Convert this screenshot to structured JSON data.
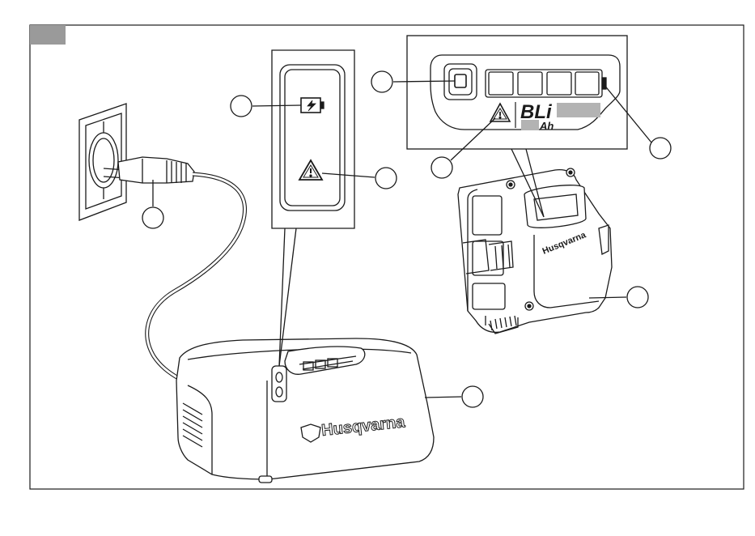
{
  "figure": {
    "brand_name": "Husqvarna",
    "battery_label": "BLi",
    "capacity_unit": "Ah",
    "colors": {
      "stroke": "#1a1a1a",
      "fill": "#ffffff",
      "shade": "#d9d9d9",
      "tab": "#9a9a9a",
      "grey_plate": "#b3b3b3"
    },
    "icons": [
      "battery-charging-icon",
      "warning-triangle-icon",
      "power-button-icon"
    ],
    "callouts": [
      "callout-power-plug",
      "callout-charger-battery-led",
      "callout-charger-warning-led",
      "callout-power-button",
      "callout-battery-warning-led",
      "callout-battery-level-leds",
      "callout-battery",
      "callout-charger"
    ]
  }
}
